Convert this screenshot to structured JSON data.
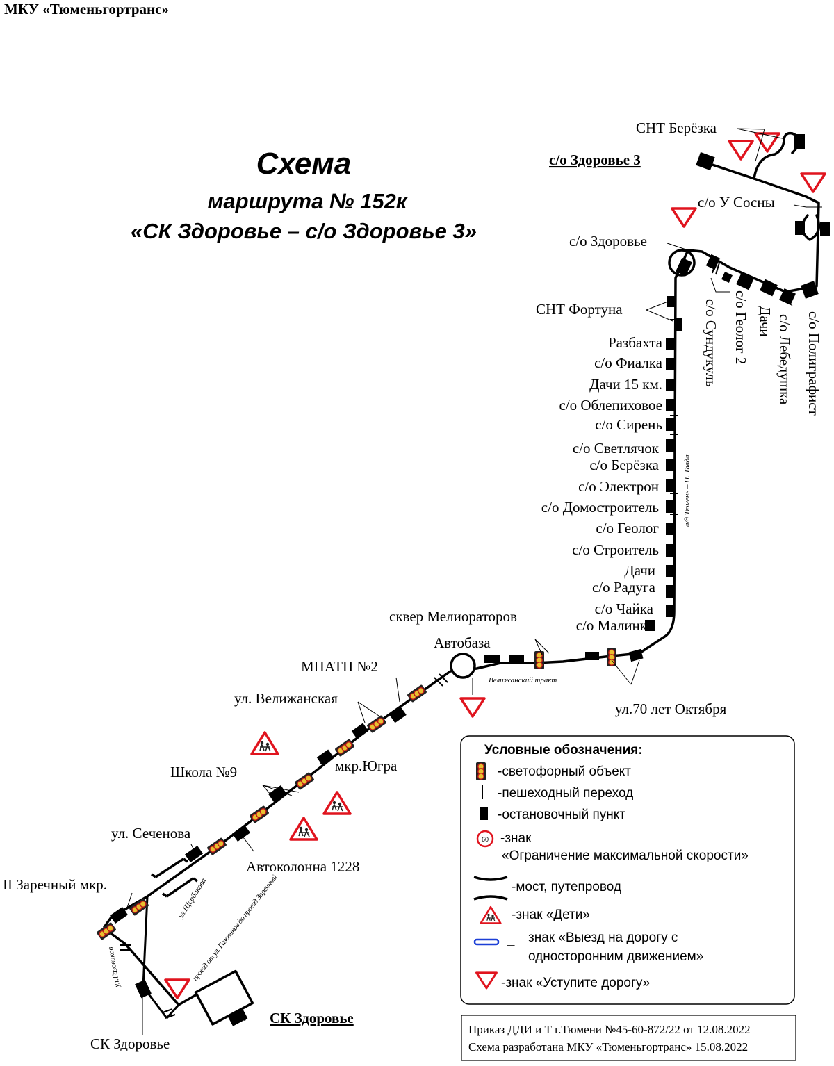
{
  "header": "МКУ «Тюменьгортранс»",
  "title": {
    "line1": "Схема",
    "line2": "маршрута № 152к",
    "line3": "«СК Здоровье – с/о Здоровье 3»"
  },
  "stops": {
    "snt_berezka": "СНТ Берёзка",
    "so_zdorovye3": "с/о Здоровье 3",
    "so_u_sosny": "с/о У Сосны",
    "so_zdorovye": "с/о Здоровье",
    "snt_fortuna": "СНТ Фортуна",
    "razbahta": "Разбахта",
    "so_fialka": "с/о Фиалка",
    "dachi15": "Дачи 15 км.",
    "so_oblepihovoe": "с/о Облепиховое",
    "so_siren": "с/о Сирень",
    "so_svetlyachok": "с/о Светлячок",
    "so_berezka": "с/о Берёзка",
    "so_elektron": "с/о Электрон",
    "so_domostroitel": "с/о Домостроитель",
    "so_geolog": "с/о Геолог",
    "so_stroitel": "с/о Строитель",
    "dachi": "Дачи",
    "so_raduga": "с/о Радуга",
    "so_chaika": "с/о Чайка",
    "so_malinka": "с/о Малинка",
    "so_sundukul": "с/о Сундукуль",
    "so_geolog2": "с/о Геолог 2",
    "dachi_v": "Дачи",
    "so_lebedushka": "с/о Лебедушка",
    "so_poligrafist": "с/о Полиграфист",
    "skver": "сквер Мелиораторов",
    "avtobaza": "Автобаза",
    "ul70": "ул.70 лет Октября",
    "mpatp2": "МПАТП №2",
    "ul_velizhanskaya": "ул. Велижанская",
    "mkr_yugra": "мкр.Югра",
    "shkola9": "Школа №9",
    "ul_sechenova": "ул. Сеченова",
    "avtokolonna": "Автоколонна 1228",
    "zarechny2": "II Заречный мкр.",
    "sk_zdorovye_bottom": "СК Здоровье",
    "sk_zdorovye_terminal": "СК Здоровье"
  },
  "roads": {
    "tyumen_tavda": "а/д Тюмень – Н. Тавда",
    "velizhansky": "Велижанский тракт",
    "shcherbakova": "ул.Щербакова",
    "gazovikov": "ул.Газовиков",
    "proezd": "проезд от ул. Газовиков до проезд Заречный"
  },
  "legend": {
    "title": "Условные обозначения:",
    "traffic_light": "-светофорный объект",
    "crossing": "-пешеходный переход",
    "stop": "-остановочный пункт",
    "speed_sign_line1": "-знак",
    "speed_sign_line2": "«Ограничение максимальной скорости»",
    "speed_value": "60",
    "bridge": "-мост, путепровод",
    "children": "-знак «Дети»",
    "oneway_dash": "–",
    "oneway_line1": "знак «Выезд на дорогу с",
    "oneway_line2": "односторонним движением»",
    "yield": "-знак «Уступите дорогу»"
  },
  "footer": {
    "line1": "Приказ ДДИ и Т г.Тюмени №45-60-872/22 от 12.08.2022",
    "line2": "Схема разработана МКУ «Тюменьгортранс» 15.08.2022"
  },
  "colors": {
    "route": "#000000",
    "sign_red": "#e0141e",
    "oneway_blue": "#1c3fd6",
    "light_yellow": "#e8c030"
  }
}
